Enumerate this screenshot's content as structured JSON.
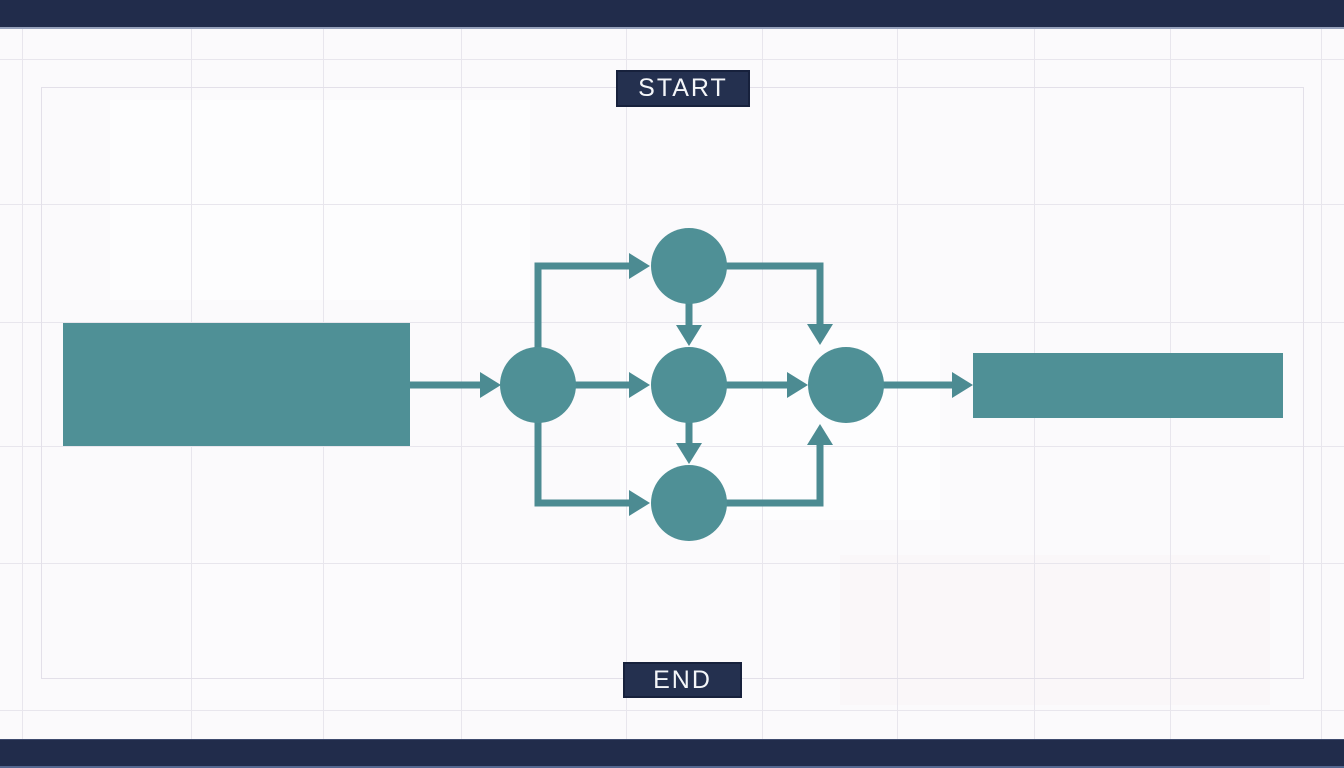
{
  "labels": {
    "start": "START",
    "end": "END"
  },
  "colors": {
    "navy_bar": "#212c4b",
    "bar_edge_top": "#97a2bc",
    "bar_edge_bottom": "#54678f",
    "bar_inner_top": "#3e4b6e",
    "navy_box": "#24304f",
    "navy_box_border": "#17213c",
    "teal_fill": "#4f9096",
    "teal_line": "#4c8b92",
    "background": "#fbfafc",
    "grid_line": "#e8e6ed",
    "inner_border": "#e3e0e9",
    "label_text": "#f4f6f9"
  },
  "diagram": {
    "type": "flowchart",
    "nodes": [
      {
        "id": "start-banner",
        "shape": "rect",
        "label": "START"
      },
      {
        "id": "left-process",
        "shape": "rect",
        "label": ""
      },
      {
        "id": "split-node",
        "shape": "circle",
        "label": ""
      },
      {
        "id": "top-branch-node",
        "shape": "circle",
        "label": ""
      },
      {
        "id": "middle-branch-node",
        "shape": "circle",
        "label": ""
      },
      {
        "id": "bottom-branch-node",
        "shape": "circle",
        "label": ""
      },
      {
        "id": "join-node",
        "shape": "circle",
        "label": ""
      },
      {
        "id": "right-process",
        "shape": "rect",
        "label": ""
      },
      {
        "id": "end-banner",
        "shape": "rect",
        "label": "END"
      }
    ],
    "edges": [
      {
        "from": "left-process",
        "to": "split-node"
      },
      {
        "from": "split-node",
        "to": "top-branch-node"
      },
      {
        "from": "split-node",
        "to": "middle-branch-node"
      },
      {
        "from": "split-node",
        "to": "bottom-branch-node"
      },
      {
        "from": "top-branch-node",
        "to": "middle-branch-node"
      },
      {
        "from": "middle-branch-node",
        "to": "bottom-branch-node"
      },
      {
        "from": "top-branch-node",
        "to": "join-node"
      },
      {
        "from": "middle-branch-node",
        "to": "join-node"
      },
      {
        "from": "bottom-branch-node",
        "to": "join-node"
      },
      {
        "from": "join-node",
        "to": "right-process"
      }
    ]
  }
}
